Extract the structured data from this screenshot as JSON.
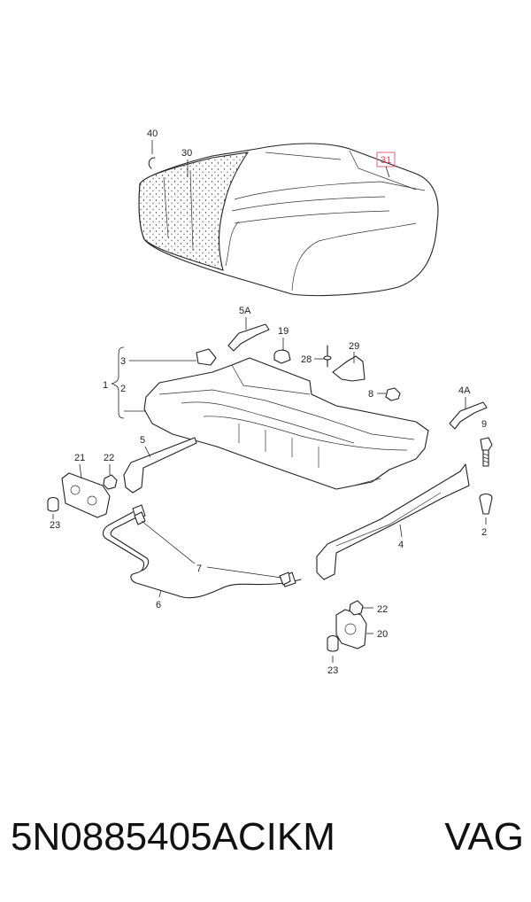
{
  "caption": {
    "part_number": "5N0885405ACIKM",
    "brand": "VAG"
  },
  "callouts": {
    "c40": "40",
    "c30": "30",
    "c31": "31",
    "c5A": "5A",
    "c19": "19",
    "c29": "29",
    "c28": "28",
    "c3": "3",
    "c1": "1",
    "c2a": "2",
    "c8": "8",
    "c4A": "4A",
    "c9": "9",
    "c5": "5",
    "c21": "21",
    "c22a": "22",
    "c23a": "23",
    "c2b": "2",
    "c4": "4",
    "c7": "7",
    "c6": "6",
    "c22b": "22",
    "c20": "20",
    "c23b": "23"
  },
  "highlight_color": "#e0667a"
}
